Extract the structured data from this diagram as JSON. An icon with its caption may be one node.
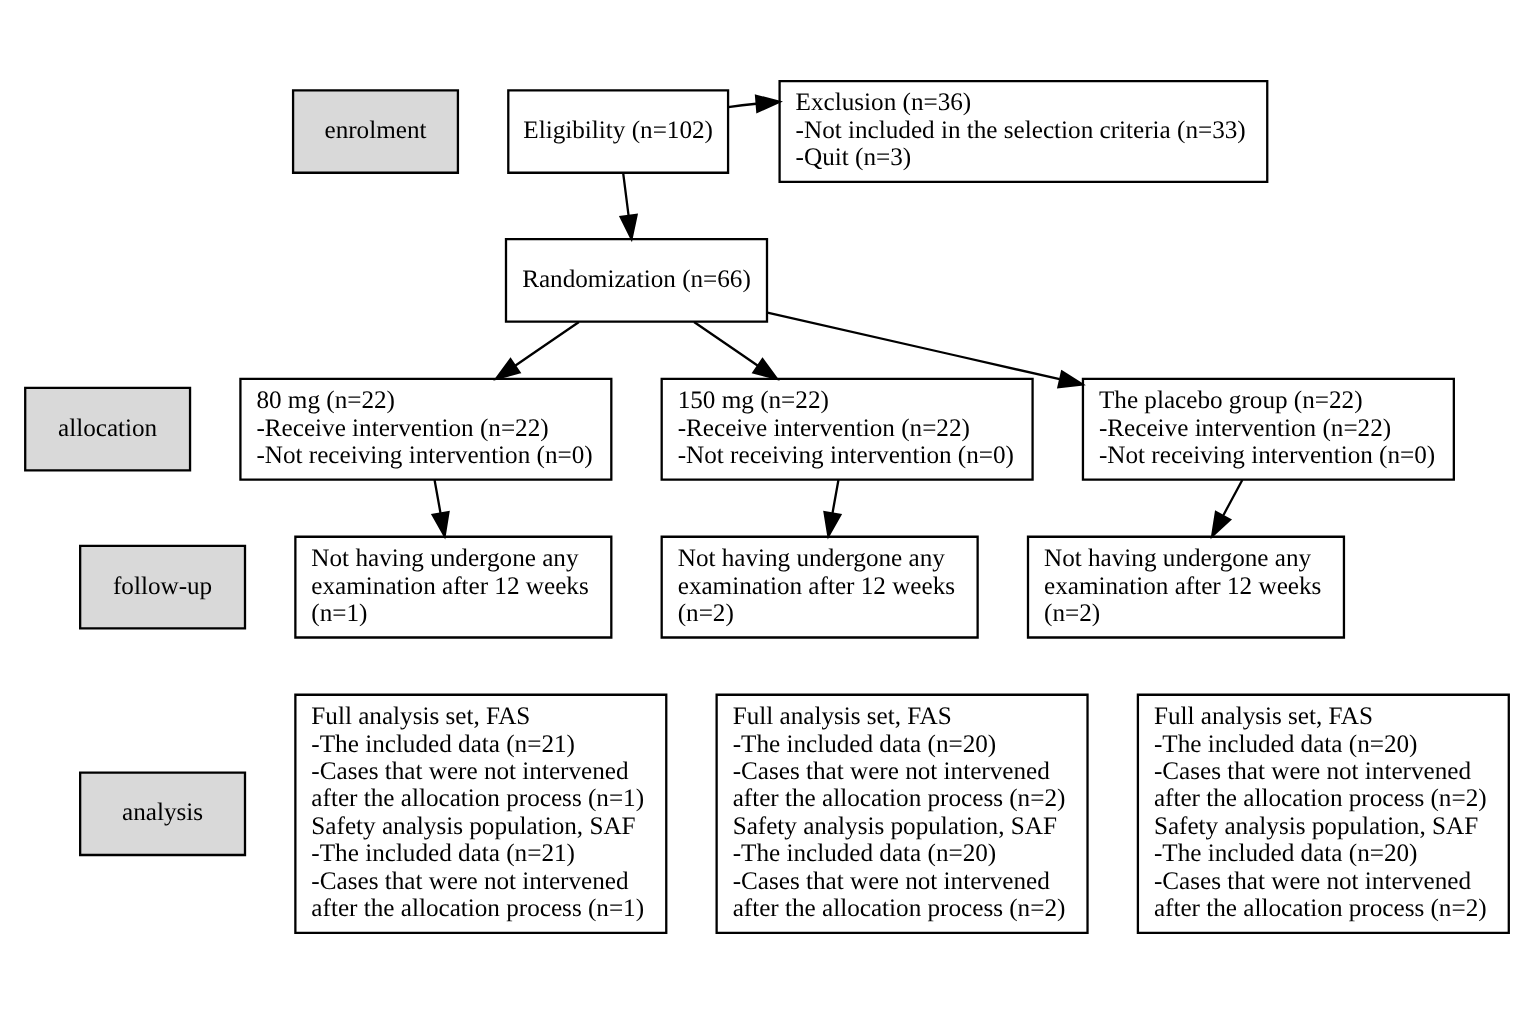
{
  "diagram": {
    "nodes": [
      {
        "text": [
          "enrolment"
        ]
      },
      {
        "text": [
          "Eligibility (n=102)"
        ]
      },
      {
        "text": [
          "Exclusion (n=36)",
          "-Not included in the selection criteria (n=33)",
          "-Quit (n=3)"
        ]
      },
      {
        "text": [
          "Randomization (n=66)"
        ]
      },
      {
        "text": [
          "allocation"
        ]
      },
      {
        "text": [
          "80 mg (n=22)",
          "-Receive intervention (n=22)",
          "-Not receiving intervention (n=0)"
        ]
      },
      {
        "text": [
          "150 mg (n=22)",
          "-Receive intervention (n=22)",
          "-Not receiving intervention (n=0)"
        ]
      },
      {
        "text": [
          "The placebo group (n=22)",
          "-Receive intervention (n=22)",
          "-Not receiving intervention (n=0)"
        ]
      },
      {
        "text": [
          "follow-up"
        ]
      },
      {
        "text": [
          "Not having undergone any examination after 12 weeks (n=1)"
        ]
      },
      {
        "text": [
          "Not having undergone any examination after 12 weeks (n=2)"
        ]
      },
      {
        "text": [
          "Not having undergone any examination after 12 weeks (n=2)"
        ]
      },
      {
        "text": [
          "analysis"
        ]
      },
      {
        "text": [
          "Full analysis set, FAS",
          "-The included data (n=21)",
          "-Cases that were not intervened after the allocation process (n=1)",
          "Safety analysis population, SAF",
          "-The included data (n=21)",
          "-Cases that were not intervened after the allocation process (n=1)"
        ]
      },
      {
        "text": [
          "Full analysis set, FAS",
          "-The included data (n=20)",
          "-Cases that were not intervened after the allocation process (n=2)",
          "Safety analysis population, SAF",
          "-The included data (n=20)",
          "-Cases that were not intervened after the allocation process (n=2)"
        ]
      },
      {
        "text": [
          "Full analysis set, FAS",
          "-The included data (n=20)",
          "-Cases that were not intervened after the allocation process (n=2)",
          "Safety analysis population, SAF",
          "-The included data (n=20)",
          "-Cases that were not intervened after the allocation process (n=2)"
        ]
      }
    ],
    "edges": [
      {
        "from": 1,
        "to": 3,
        "arrow": "to"
      },
      {
        "from": 1,
        "to": 2,
        "arrow": "to"
      },
      {
        "from": 3,
        "to": 5,
        "arrow": "to"
      },
      {
        "from": 3,
        "to": 6,
        "arrow": "to"
      },
      {
        "from": 3,
        "to": 7,
        "arrow": "to"
      },
      {
        "from": 5,
        "to": 9,
        "arrow": "to"
      },
      {
        "from": 6,
        "to": 10,
        "arrow": "to"
      },
      {
        "from": 7,
        "to": 11,
        "arrow": "to"
      }
    ]
  }
}
